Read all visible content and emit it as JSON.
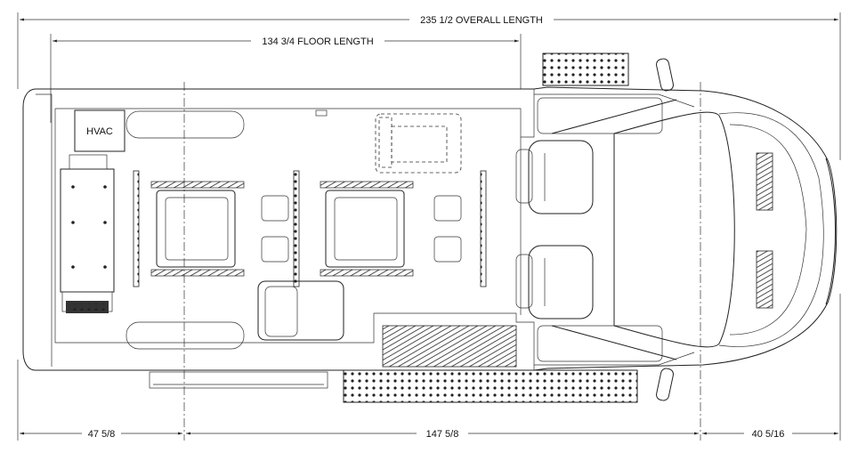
{
  "dimensions": {
    "overall_length": "235 1/2 OVERALL LENGTH",
    "floor_length": "134 3/4 FLOOR LENGTH",
    "rear_overhang": "47 5/8",
    "wheelbase": "147 5/8",
    "front_overhang": "40 5/16"
  },
  "labels": {
    "hvac": "HVAC"
  }
}
